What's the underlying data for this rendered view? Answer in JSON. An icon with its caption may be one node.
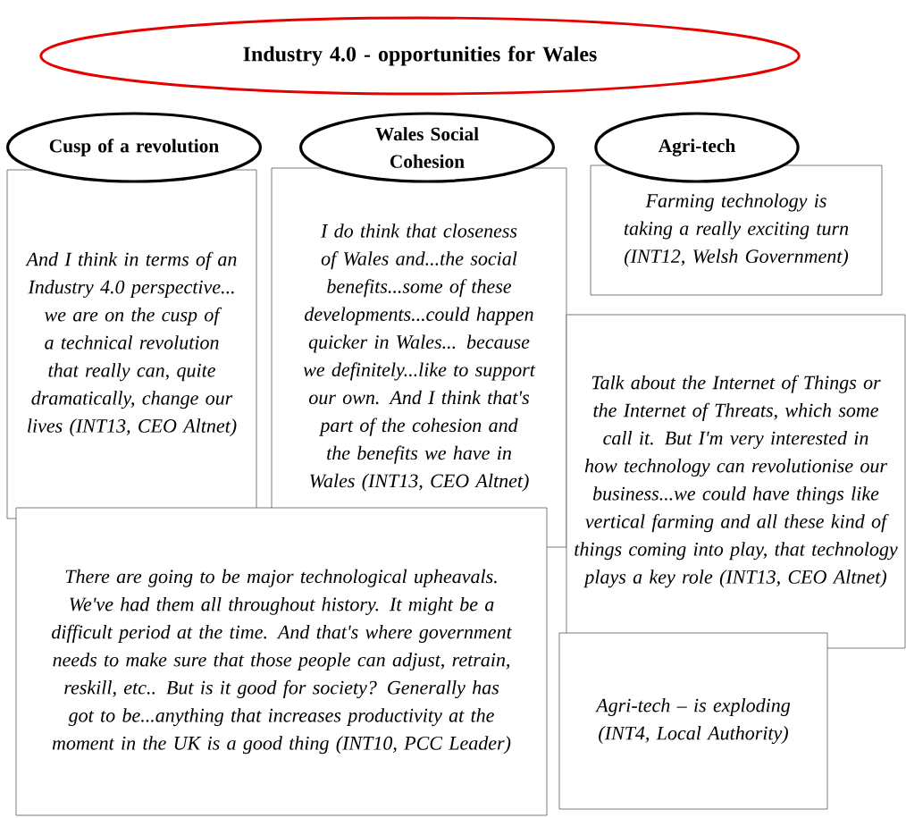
{
  "diagram": {
    "nodes": [
      {
        "text": [
          "Industry 4.0 - opportunities for Wales"
        ]
      },
      {
        "text": [
          "Cusp of a revolution"
        ]
      },
      {
        "text": [
          "And I think in terms of an Industry 4.0 perspective... we are on the cusp of a technical revolution that really can, quite dramatically, change our lives (INT13,  CEO Altnet)"
        ]
      },
      {
        "text": [
          "Wales Social Cohesion"
        ]
      },
      {
        "text": [
          "I do think that closeness of Wales and...the social benefits...some of these developments...could happen quicker in Wales... because we definitely...like to support our own. And I think that's part of the cohesion and the benefits we have in Wales (INT13, CEO Altnet)"
        ]
      },
      {
        "text": [
          "Agri-tech"
        ]
      },
      {
        "text": [
          "Farming technology is taking a really exciting turn (INT12, Welsh Government)"
        ]
      },
      {
        "text": [
          "Talk about the Internet of Things or the Internet of Threats, which some call it. But I'm very interested in how technology can revolutionise our business...we could have things like vertical farming and all these kind of things coming into play, that technology plays a key role (INT13, CEO Altnet)"
        ]
      },
      {
        "text": [
          "There are going to be major technological upheavals. We've had them all throughout history. It might be a difficult period at the time. And that's where government needs to make sure that those people can adjust, retrain, reskill, etc.. But is it good for society? Generally has got to be...anything that increases productivity at the moment in the UK is a good thing (INT10, PCC Leader)"
        ]
      },
      {
        "text": [
          "Agri-tech – is exploding (INT4, Local Authority)"
        ]
      }
    ]
  }
}
